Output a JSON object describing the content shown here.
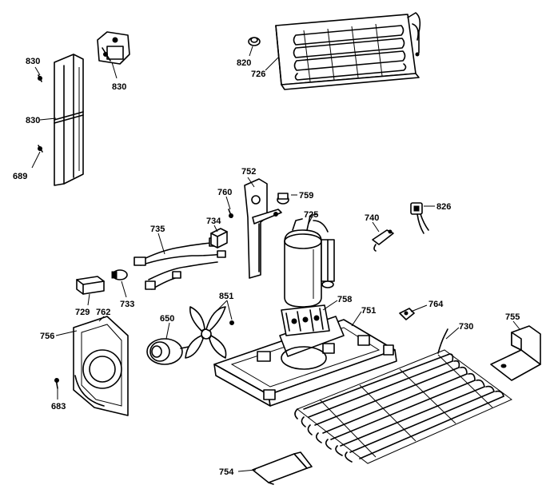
{
  "diagram": {
    "labels": {
      "p830a": "830",
      "p830b": "830",
      "p830c": "830",
      "p689": "689",
      "p820": "820",
      "p726": "726",
      "p752": "752",
      "p760": "760",
      "p759": "759",
      "p725": "725",
      "p740": "740",
      "p826": "826",
      "p735": "735",
      "p734": "734",
      "p729": "729",
      "p733": "733",
      "p762": "762",
      "p756": "756",
      "p650": "650",
      "p851": "851",
      "p758": "758",
      "p751": "751",
      "p764": "764",
      "p730": "730",
      "p755": "755",
      "p683": "683",
      "p754": "754"
    }
  }
}
